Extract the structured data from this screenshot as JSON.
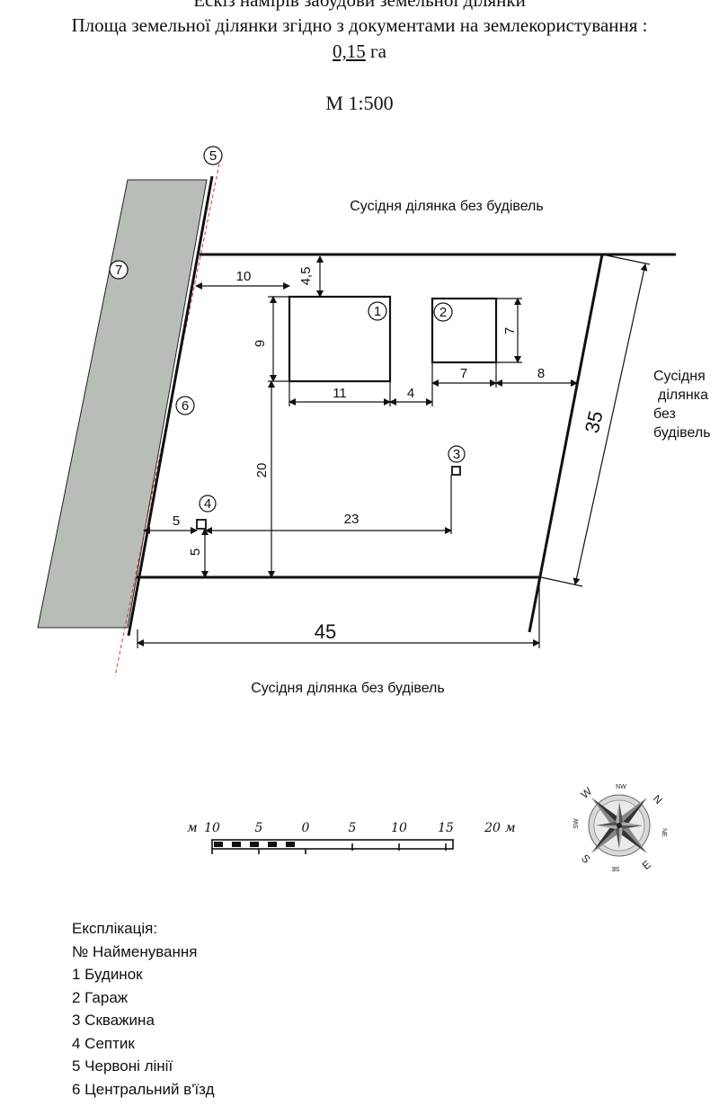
{
  "header": {
    "title_line1": "Ескіз намірів забудови земельної ділянки",
    "title_line2": "Площа земельної  ділянки  згідно з документами на землекористування :",
    "area_value": "0,15",
    "area_unit": " га",
    "scale_text": "М 1:500"
  },
  "neighbors": {
    "top": "Сусідня ділянка без будівель",
    "bottom": "Сусідня ділянка без будівель",
    "right_lines": [
      "Сусідня",
      "ділянка",
      "без",
      "будівель"
    ]
  },
  "markers": [
    "1",
    "2",
    "3",
    "4",
    "5",
    "6",
    "7"
  ],
  "dimensions": {
    "d_10": "10",
    "d_4_5": "4,5",
    "d_9": "9",
    "d_11": "11",
    "d_4": "4",
    "d_7_garage_w": "7",
    "d_7_garage_h": "7",
    "d_8": "8",
    "d_20": "20",
    "d_5_horizontal": "5",
    "d_23": "23",
    "d_5_vertical": "5",
    "d_45": "45",
    "d_35": "35"
  },
  "scale_bar": {
    "unit_left": "м",
    "ticks": [
      "10",
      "5",
      "0",
      "5",
      "10",
      "15",
      "20"
    ],
    "unit_right": "м"
  },
  "compass": {
    "main": [
      "W",
      "N",
      "E",
      "S"
    ],
    "minor": [
      "NW",
      "NE",
      "SE",
      "SW"
    ]
  },
  "legend": {
    "heading": "Експлікація:",
    "column_header": "№ Найменування",
    "items": [
      "1 Будинок",
      "2 Гараж",
      "3 Скважина",
      "4 Септик",
      "5 Червоні лінії",
      "6 Центральний в'їзд"
    ]
  }
}
